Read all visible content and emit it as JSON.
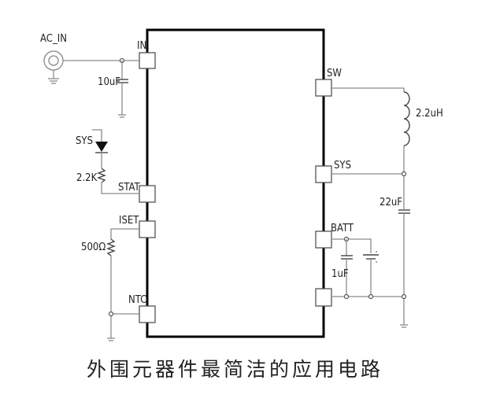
{
  "caption": "外围元器件最简洁的应用电路",
  "ic": {
    "pins_left": {
      "in": "IN",
      "stat": "STAT",
      "iset": "ISET",
      "ntc": "NTC"
    },
    "pins_right": {
      "sw": "SW",
      "sys": "SYS",
      "batt": "BATT"
    }
  },
  "components": {
    "ac_in": "AC_IN",
    "c_in": "10uF",
    "led_supply": "SYS",
    "r_stat": "2.2K",
    "r_iset": "500Ω",
    "inductor": "2.2uH",
    "c_sys": "22uF",
    "c_batt": "1uF"
  }
}
